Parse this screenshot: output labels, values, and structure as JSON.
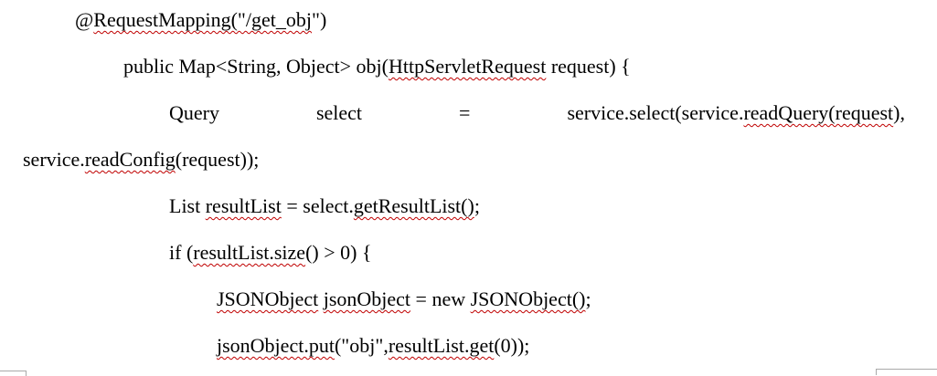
{
  "page": {
    "type": "word-processor-document-view",
    "background": "#ffffff"
  },
  "colors": {
    "text": "#000000",
    "spellcheck_underline": "#c00000",
    "margin_mark": "#a9a9a9",
    "background": "#ffffff"
  },
  "document": {
    "content_description": "Java servlet controller code snippet with spell-check squiggles",
    "lines": [
      {
        "indent_level": 1,
        "justify": false,
        "groups": [
          [
            {
              "t": "@",
              "m": false
            },
            {
              "t": "RequestMapping(\"/get_obj",
              "m": true
            },
            {
              "t": "\")",
              "m": false
            }
          ]
        ]
      },
      {
        "indent_level": 2,
        "justify": false,
        "groups": [
          [
            {
              "t": "public Map<String, Object> obj(",
              "m": false
            },
            {
              "t": "HttpServletRequest",
              "m": true
            },
            {
              "t": " request) {",
              "m": false
            }
          ]
        ]
      },
      {
        "indent_level": 3,
        "justify": true,
        "groups": [
          [
            {
              "t": "Query",
              "m": false
            }
          ],
          [
            {
              "t": "select",
              "m": false
            }
          ],
          [
            {
              "t": "=",
              "m": false
            }
          ],
          [
            {
              "t": "service.select(service.",
              "m": false
            },
            {
              "t": "readQuery(request",
              "m": true
            },
            {
              "t": "),",
              "m": false
            }
          ]
        ]
      },
      {
        "indent_level": 0,
        "justify": false,
        "groups": [
          [
            {
              "t": "service.",
              "m": false
            },
            {
              "t": "readConfig",
              "m": true
            },
            {
              "t": "(request));",
              "m": false
            }
          ]
        ]
      },
      {
        "indent_level": 3,
        "justify": false,
        "groups": [
          [
            {
              "t": "List ",
              "m": false
            },
            {
              "t": "resultList",
              "m": true
            },
            {
              "t": " = select.",
              "m": false
            },
            {
              "t": "getResultList()",
              "m": true
            },
            {
              "t": ";",
              "m": false
            }
          ]
        ]
      },
      {
        "indent_level": 3,
        "justify": false,
        "groups": [
          [
            {
              "t": "if (",
              "m": false
            },
            {
              "t": "resultList.size",
              "m": true
            },
            {
              "t": "() > 0) {",
              "m": false
            }
          ]
        ]
      },
      {
        "indent_level": 4,
        "justify": false,
        "groups": [
          [
            {
              "t": "JSONObject",
              "m": true
            },
            {
              "t": " ",
              "m": false
            },
            {
              "t": "jsonObject",
              "m": true
            },
            {
              "t": " = new ",
              "m": false
            },
            {
              "t": "JSONObject()",
              "m": true
            },
            {
              "t": ";",
              "m": false
            }
          ]
        ]
      },
      {
        "indent_level": 4,
        "justify": false,
        "groups": [
          [
            {
              "t": "jsonObject.put",
              "m": true
            },
            {
              "t": "(\"obj\",",
              "m": false
            },
            {
              "t": "resultList.get",
              "m": true
            },
            {
              "t": "(0));",
              "m": false
            }
          ]
        ]
      }
    ]
  },
  "margin_marks": {
    "left_visible": true,
    "right_visible": true
  }
}
